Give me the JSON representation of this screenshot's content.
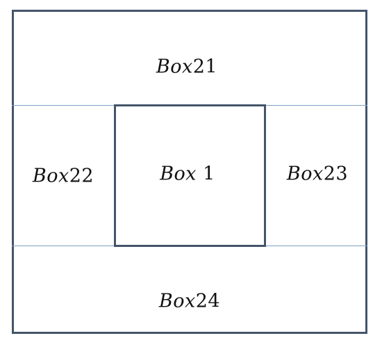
{
  "diagram": {
    "boxes": {
      "box21": {
        "word": "Box",
        "num": "21"
      },
      "box22": {
        "word": "Box",
        "num": "22"
      },
      "box1": {
        "word": "Box",
        "num": " 1"
      },
      "box23": {
        "word": "Box",
        "num": "23"
      },
      "box24": {
        "word": "Box",
        "num": "24"
      }
    },
    "colors": {
      "border": "#44546a",
      "divider": "#7ea2c2"
    }
  }
}
